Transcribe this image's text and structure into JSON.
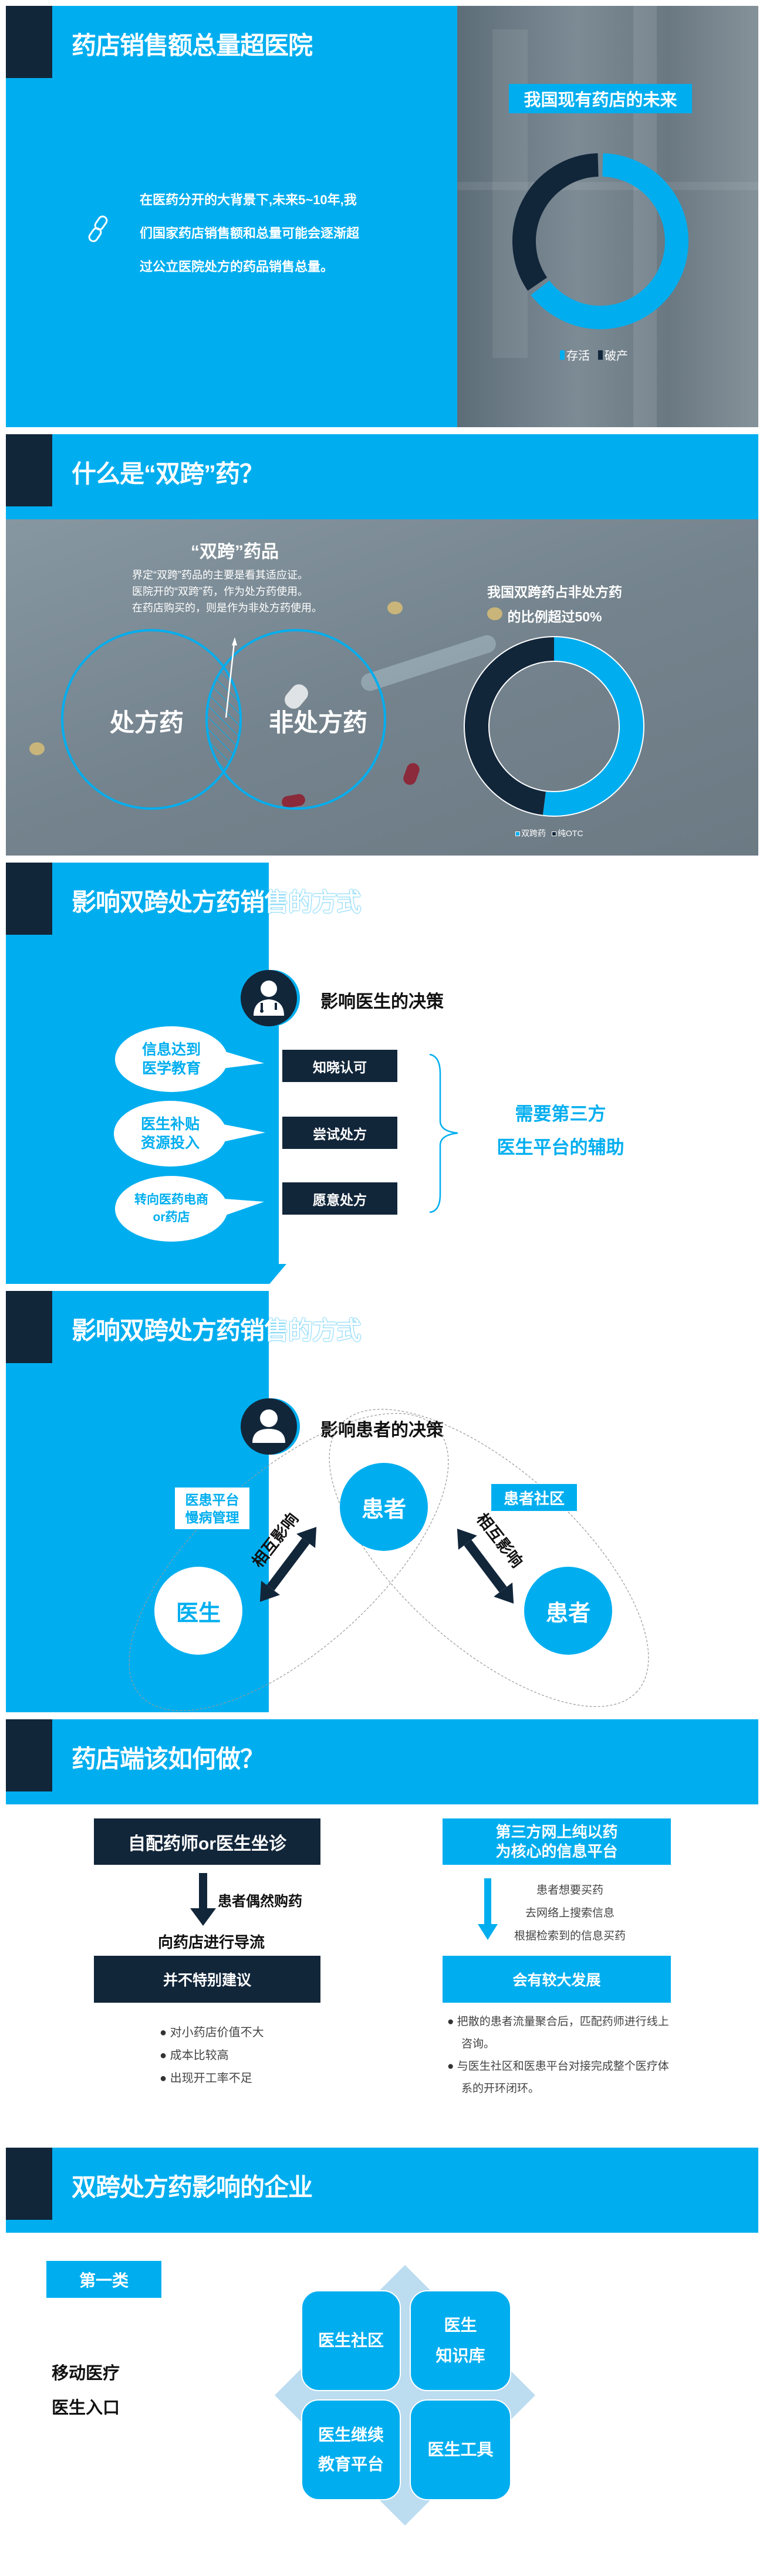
{
  "colors": {
    "accent": "#00AEEF",
    "dark": "#12263A"
  },
  "slide1": {
    "title": "药店销售额总量超医院",
    "body": [
      "在医药分开的大背景下,未来5~10年,我",
      "们国家药店销售额和总量可能会逐渐超",
      "过公立医院处方的药品销售总量。"
    ],
    "chart_title": "我国现有药店的未来",
    "chart_data": {
      "type": "pie",
      "title": "我国现有药店的未来",
      "categories": [
        "存活",
        "破产"
      ],
      "values": [
        65,
        35
      ],
      "colors": [
        "#00AEEF",
        "#12263A"
      ],
      "legend": "bottom"
    }
  },
  "slide2": {
    "title": "什么是“双跨”药？",
    "heading": "“双跨”药品",
    "desc": [
      "界定“双跨”药品的主要是看其适应证。",
      "医院开的“双跨”药，作为处方药使用。",
      "在药店购买的，则是作为非处方药使用。"
    ],
    "left_circle": "处方药",
    "right_circle": "非处方药",
    "chart_title": [
      "我国双跨药占非处方药",
      "的比例超过50%"
    ],
    "chart_data": {
      "type": "pie",
      "title": "我国双跨药占非处方药的比例超过50%",
      "categories": [
        "双跨药",
        "纯OTC"
      ],
      "values": [
        52,
        48
      ],
      "colors": [
        "#00AEEF",
        "#12263A"
      ],
      "legend": "bottom"
    }
  },
  "slide3": {
    "title": "影响双跨处方药销售的方式",
    "subtitle": "影响医生的决策",
    "bubbles": [
      [
        "信息达到",
        "医学教育"
      ],
      [
        "医生补贴",
        "资源投入"
      ],
      [
        "转向医药电商",
        "or药店"
      ]
    ],
    "steps": [
      "知晓认可",
      "尝试处方",
      "愿意处方"
    ],
    "conclusion": [
      "需要第三方",
      "医生平台的辅助"
    ]
  },
  "slide4": {
    "title": "影响双跨处方药销售的方式",
    "subtitle": "影响患者的决策",
    "center": "患者",
    "doctor": "医生",
    "patient_right": "患者",
    "left_tag": [
      "医患平台",
      "慢病管理"
    ],
    "right_tag": "患者社区",
    "arrow_label": "相互影响"
  },
  "slide5": {
    "title": "药店端该如何做？",
    "left": {
      "top": "自配药师or医生坐诊",
      "arrow_label": "患者偶然购药",
      "middle": "向药店进行导流",
      "verdict": "并不特别建议",
      "bullets": [
        "对小药店价值不大",
        "成本比较高",
        "出现开工率不足"
      ]
    },
    "right": {
      "top": [
        "第三方网上纯以药",
        "为核心的信息平台"
      ],
      "steps": [
        "患者想要买药",
        "去网络上搜索信息",
        "根据检索到的信息买药"
      ],
      "verdict": "会有较大发展",
      "bullets": [
        "把散的患者流量聚合后，匹配药师进行线上咨询。",
        "与医生社区和医患平台对接完成整个医疗体系的开环闭环。"
      ]
    }
  },
  "slide6": {
    "title": "双跨处方药影响的企业",
    "category": "第一类",
    "items": [
      "移动医疗",
      "医生入口"
    ],
    "tiles": [
      [
        "医生社区"
      ],
      [
        "医生",
        "知识库"
      ],
      [
        "医生继续",
        "教育平台"
      ],
      [
        "医生工具"
      ]
    ]
  }
}
